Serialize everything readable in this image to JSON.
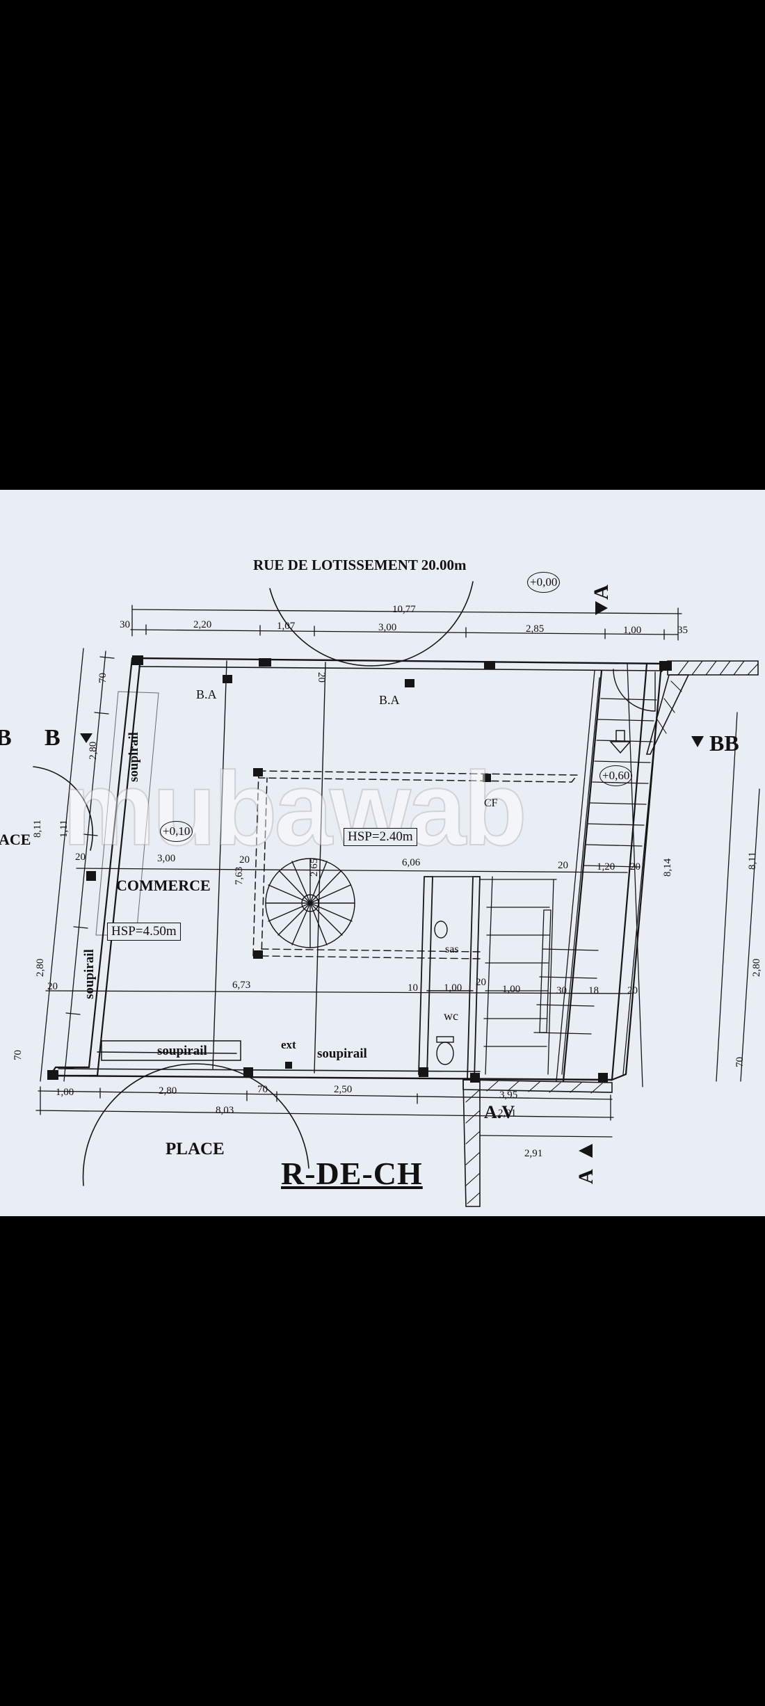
{
  "plan": {
    "street_title": "RUE DE LOTISSEMENT 20.00m",
    "floor_title": "R-DE-CH",
    "place_label": "PLACE",
    "section_marker_a": "A",
    "section_marker_b": "B",
    "section_marker_bb": "BB",
    "section_left_cut": "B",
    "left_edge_label": "ACE",
    "watermark": "mubawab"
  },
  "levels": {
    "street": "+0,00",
    "commerce": "+0,10",
    "stair": "+0,60"
  },
  "rooms": {
    "commerce": "COMMERCE",
    "hsp_commerce": "HSP=4.50m",
    "hsp_mezz": "HSP=2.40m",
    "ba_left": "B.A",
    "ba_right": "B.A",
    "cf": "CF",
    "sas": "sas",
    "wc": "wc",
    "soupirail_left_top": "soupirail",
    "soupirail_left_bottom": "soupirail",
    "soupirail_bottom": "soupirail",
    "soupirail_ext": "soupirail",
    "ext": "ext",
    "av": "A.V"
  },
  "dims": {
    "top_total": "10,77",
    "top_30": "30",
    "top_220": "2,20",
    "top_107": "1,07",
    "top_300": "3,00",
    "top_285": "2,85",
    "top_100": "1,00",
    "top_35": "35",
    "left_70": "70",
    "left_280_top": "2,80",
    "left_811": "8,11",
    "left_111": "1,11",
    "left_280_bot": "2,80",
    "left_70_bot": "70",
    "right_811": "8,11",
    "right_814": "8,14",
    "right_280": "2,80",
    "right_70": "70",
    "in_20_a": "20",
    "in_300": "3,00",
    "in_763": "7,63",
    "in_20_b": "20",
    "in_265": "2,65",
    "in_606": "6,06",
    "in_20_c": "20",
    "in_120": "1,20",
    "in_20_d": "20",
    "in_20_e": "20",
    "in_673": "6,73",
    "in_10": "10",
    "in_100_a": "1,00",
    "in_20_f": "20",
    "in_100_b": "1,00",
    "in_30": "30",
    "in_18": "18",
    "in_20_g": "20",
    "in_20_top": "20",
    "bot_100": "1,00",
    "bot_280": "2,80",
    "bot_70": "70",
    "bot_250": "2,50",
    "bot_803": "8,03",
    "bot_395": "3,95",
    "bot_291a": "2,91",
    "bot_291b": "2,91"
  }
}
